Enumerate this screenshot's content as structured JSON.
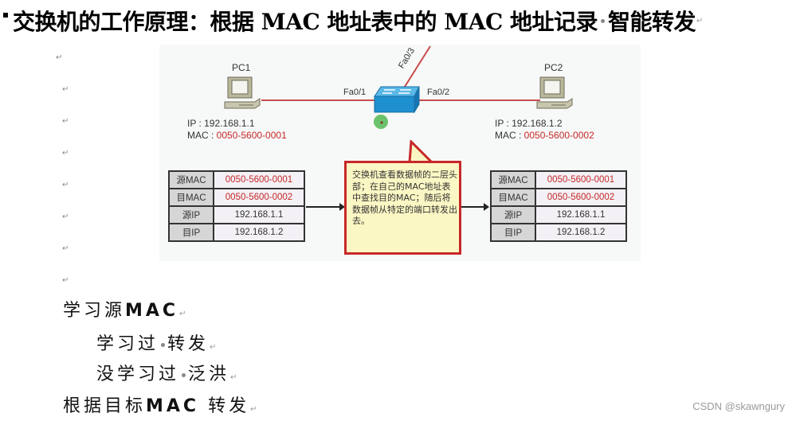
{
  "heading": {
    "part1": "交换机的工作原理：根据 MAC 地址表中的 MAC 地址记录",
    "part2": "智能转发",
    "return_mark": "↵"
  },
  "paragraph_mark": "↵",
  "diagram": {
    "pc1": {
      "label": "PC1",
      "ip_label": "IP : 192.168.1.1",
      "mac_label": "MAC : ",
      "mac_value": "0050-5600-0001"
    },
    "pc2": {
      "label": "PC2",
      "ip_label": "IP : 192.168.1.2",
      "mac_label": "MAC : ",
      "mac_value": "0050-5600-0002"
    },
    "switch_ports": {
      "left": "Fa0/1",
      "right": "Fa0/2",
      "top": "Fa0/3"
    },
    "left_frame": [
      {
        "key": "源MAC",
        "value": "0050-5600-0001",
        "highlight": true
      },
      {
        "key": "目MAC",
        "value": "0050-5600-0002",
        "highlight": true
      },
      {
        "key": "源IP",
        "value": "192.168.1.1",
        "highlight": false
      },
      {
        "key": "目IP",
        "value": "192.168.1.2",
        "highlight": false
      }
    ],
    "right_frame": [
      {
        "key": "源MAC",
        "value": "0050-5600-0001",
        "highlight": true
      },
      {
        "key": "目MAC",
        "value": "0050-5600-0002",
        "highlight": true
      },
      {
        "key": "源IP",
        "value": "192.168.1.1",
        "highlight": false
      },
      {
        "key": "目IP",
        "value": "192.168.1.2",
        "highlight": false
      }
    ],
    "callout_text": "交换机查看数据帧的二层头部；在自己的MAC地址表中查找目的MAC；随后将数据帧从特定的端口转发出去。",
    "colors": {
      "link": "#c94b4b",
      "mac_red": "#c62828",
      "switch_blue": "#1e8fcf",
      "callout_fill": "#fbf7c4",
      "callout_border": "#c62828"
    }
  },
  "notes": [
    {
      "text": "学习源",
      "bold": "MAC",
      "suffix": ""
    },
    {
      "text": "学习过",
      "dot": true,
      "after": "转发"
    },
    {
      "text": "没学习过",
      "dot": true,
      "after": "泛洪"
    },
    {
      "text": "根据目标",
      "bold": "MAC",
      "suffix": " 转发"
    }
  ],
  "watermark": "CSDN @skawngury"
}
